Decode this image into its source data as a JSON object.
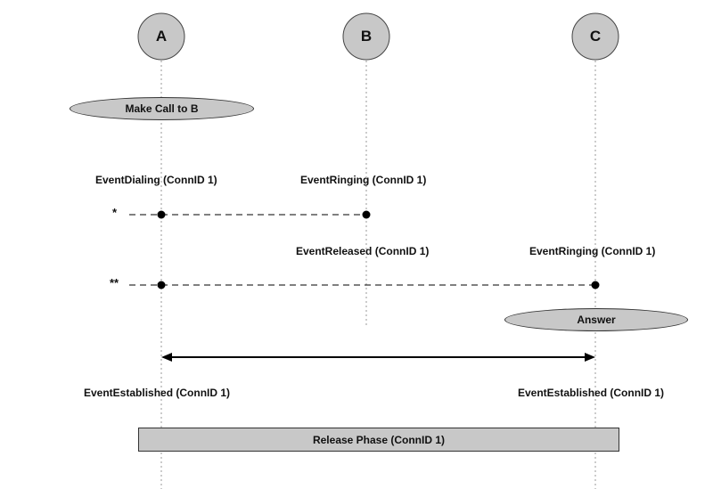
{
  "parties": [
    {
      "id": "A",
      "label": "A"
    },
    {
      "id": "B",
      "label": "B"
    },
    {
      "id": "C",
      "label": "C"
    }
  ],
  "actions": {
    "make_call": "Make Call to B",
    "answer": "Answer"
  },
  "events": {
    "a_dialing": "EventDialing  (ConnID 1)",
    "b_ringing": "EventRinging (ConnID 1)",
    "b_released": "EventReleased (ConnID 1)",
    "c_ringing": "EventRinging (ConnID 1)",
    "a_established": "EventEstablished (ConnID 1)",
    "c_established": "EventEstablished (ConnID 1)"
  },
  "markers": {
    "single": "*",
    "double": "**"
  },
  "phase": {
    "release": "Release Phase (ConnID 1)"
  },
  "colors": {
    "node_fill": "#c8c8c8",
    "line": "#000000"
  }
}
